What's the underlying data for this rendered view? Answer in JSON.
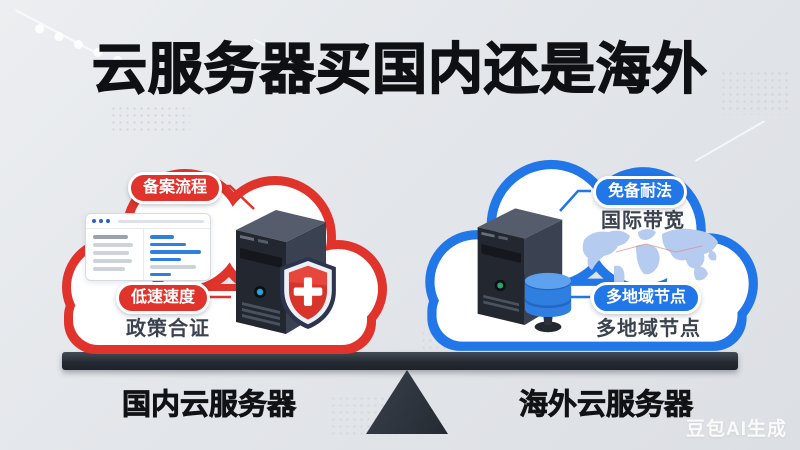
{
  "title": "云服务器买国内还是海外",
  "watermark": "豆包AI生成",
  "scale": {
    "left_label": "国内云服务器",
    "right_label": "海外云服务器"
  },
  "domestic": {
    "accent_color": "#e0332b",
    "pill_top": "备案流程",
    "pill_bottom": "低速速度",
    "sub_bottom": "政策合证",
    "icons": [
      "browser-window",
      "server-tower",
      "security-shield"
    ]
  },
  "overseas": {
    "accent_color": "#2176e8",
    "pill_top": "免备耐法",
    "sub_top": "国际带宽",
    "pill_bottom": "多地域节点",
    "sub_bottom": "多地域节点",
    "icons": [
      "server-tower",
      "database-stack",
      "world-map"
    ]
  }
}
